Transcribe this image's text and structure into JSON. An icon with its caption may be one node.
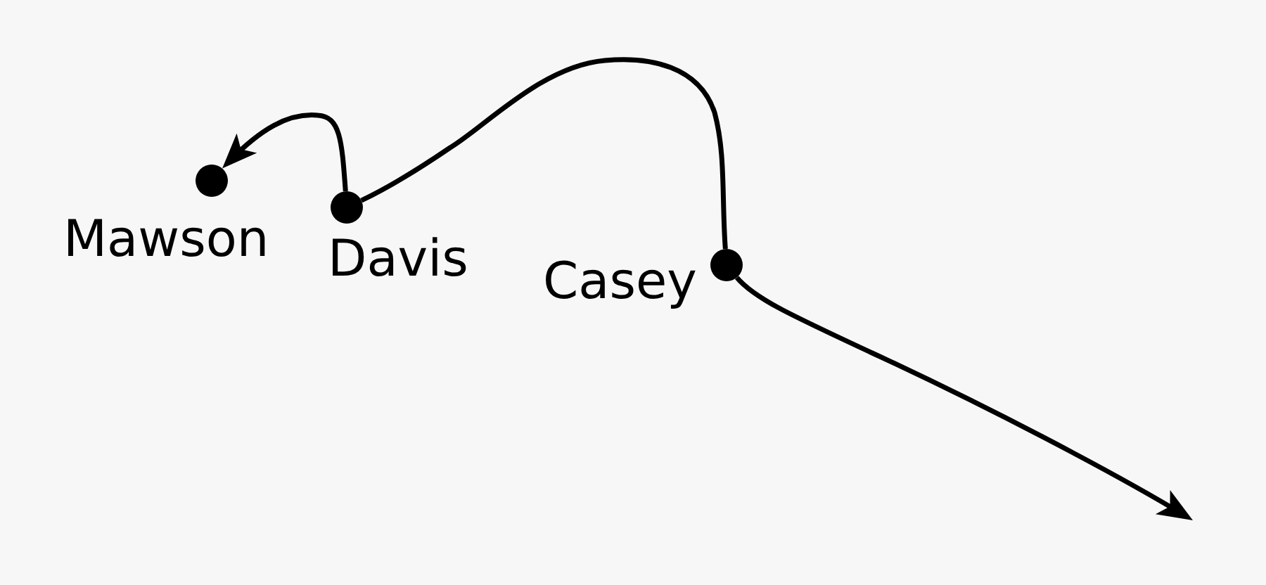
{
  "diagram": {
    "nodes": [
      {
        "text": [],
        "shape": "circle",
        "beside": [
          "Mawson"
        ]
      },
      {
        "text": [],
        "shape": "circle",
        "beside": [
          "Davis"
        ]
      },
      {
        "text": [],
        "shape": "circle",
        "beside": [
          "Casey"
        ]
      }
    ],
    "edges": [
      {
        "from": 2,
        "to": 1,
        "arrow": "none"
      },
      {
        "from": 1,
        "to": 0,
        "arrow": "to"
      },
      {
        "from": 2,
        "to": null,
        "arrow": "to"
      }
    ]
  }
}
